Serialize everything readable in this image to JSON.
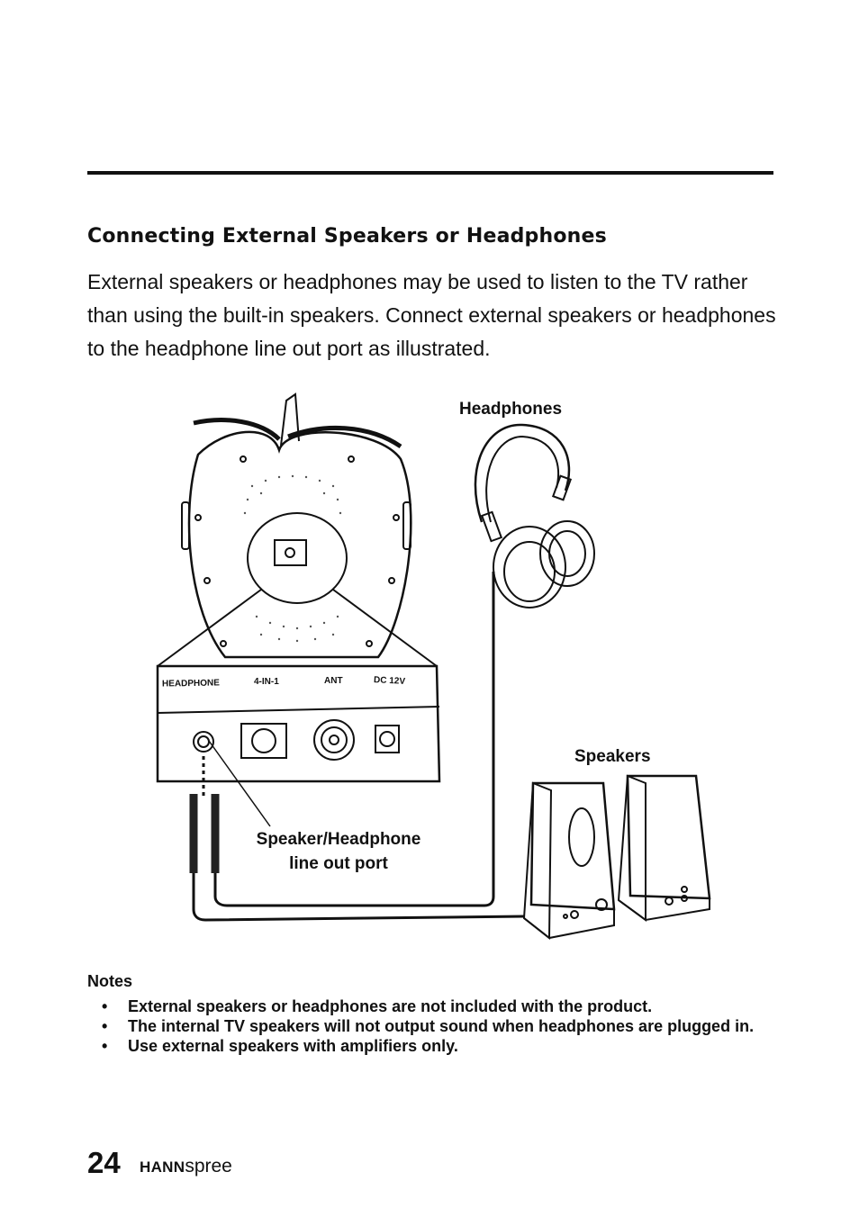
{
  "section": {
    "title": "Connecting External Speakers or Headphones",
    "intro": "External speakers or headphones may be used to listen to the TV rather than using the built-in speakers. Connect external speakers or headphones to the headphone line out port as illustrated."
  },
  "figure": {
    "headphones_label": "Headphones",
    "speakers_label": "Speakers",
    "port_label_line1": "Speaker/Headphone",
    "port_label_line2": "line out port",
    "panel_labels": {
      "headphone": "HEADPHONE",
      "four_in_one": "4-IN-1",
      "ant": "ANT",
      "dc": "DC 12V"
    }
  },
  "notes": {
    "heading": "Notes",
    "bullet": "•",
    "items": [
      "External speakers or headphones are not included with the product.",
      "The internal TV speakers will not output sound when headphones are plugged in.",
      "Use external speakers with amplifiers only."
    ]
  },
  "footer": {
    "page_number": "24",
    "brand_bold": "HANN",
    "brand_light": "spree"
  }
}
